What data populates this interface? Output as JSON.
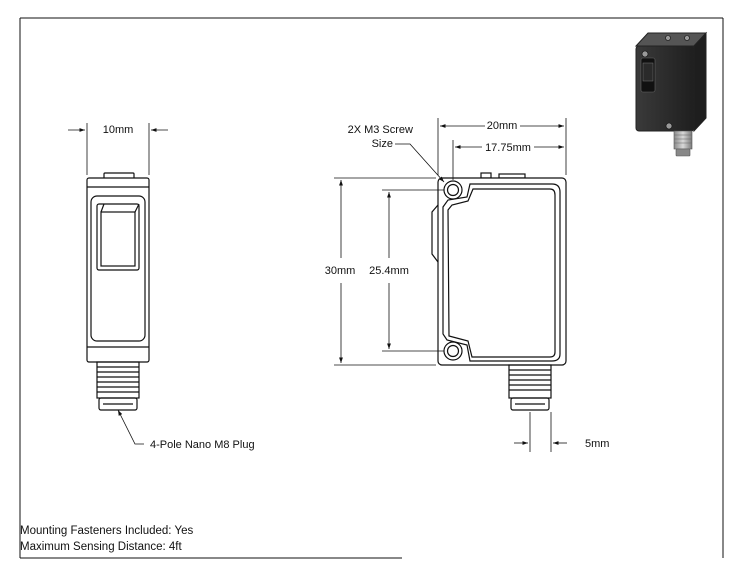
{
  "dimensions": {
    "width_front": "10mm",
    "screw": [
      "2X M3 Screw",
      "Size"
    ],
    "width_body": "20mm",
    "width_inner": "17.75mm",
    "height_body": "30mm",
    "height_holes": "25.4mm",
    "connector_offset": "5mm"
  },
  "callouts": {
    "plug": "4-Pole Nano M8 Plug"
  },
  "notes": {
    "line1": "Mounting Fasteners Included: Yes",
    "line2": "Maximum Sensing Distance: 4ft"
  },
  "colors": {
    "line": "#111111",
    "body_dark": "#2b2b2b",
    "body_mid": "#4a4a4a",
    "metal": "#9a9a9a"
  }
}
